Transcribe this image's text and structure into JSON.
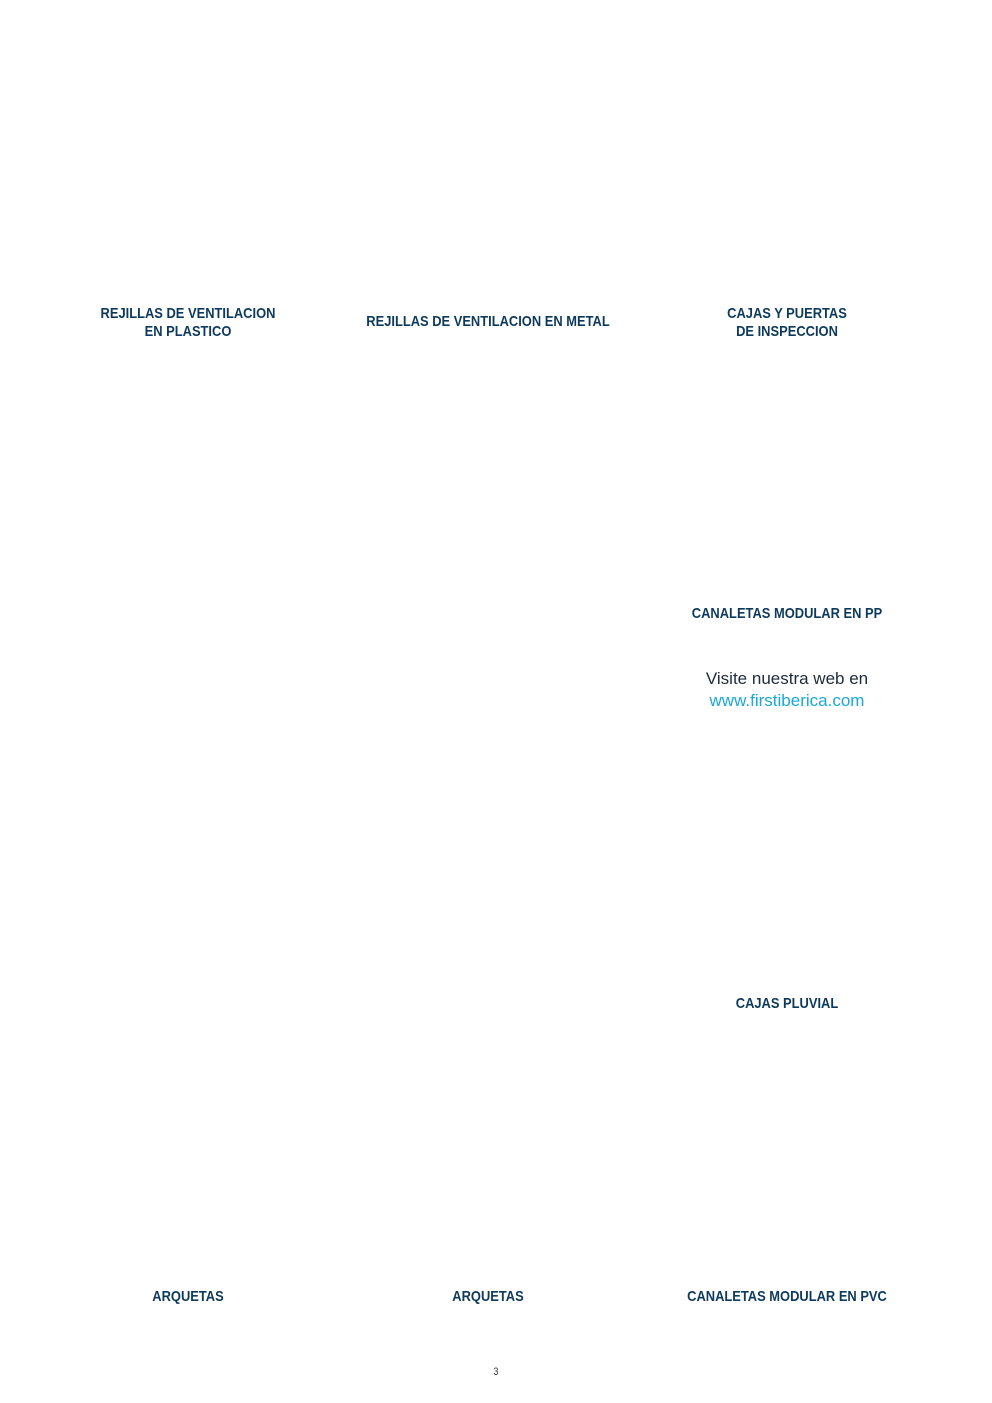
{
  "captions": {
    "rejillas_plastico": [
      "REJILLAS DE VENTILACION",
      "EN PLASTICO"
    ],
    "rejillas_metal": [
      "REJILLAS DE VENTILACION EN METAL"
    ],
    "cajas_puertas": [
      "CAJAS Y PUERTAS",
      "DE INSPECCION"
    ],
    "canaletas_pp": [
      "CANALETAS MODULAR EN PP"
    ],
    "cajas_pluvial": [
      "CAJAS PLUVIAL"
    ],
    "arquetas_1": [
      "ARQUETAS"
    ],
    "arquetas_2": [
      "ARQUETAS"
    ],
    "canaletas_pvc": [
      "CANALETAS MODULAR EN PVC"
    ]
  },
  "website": {
    "line": "Visite nuestra web en",
    "url": "www.firstiberica.com"
  },
  "page_number": "3",
  "colors": {
    "caption": "#0d3a5c",
    "link": "#1aa7d9",
    "text": "#1e2a3a"
  }
}
